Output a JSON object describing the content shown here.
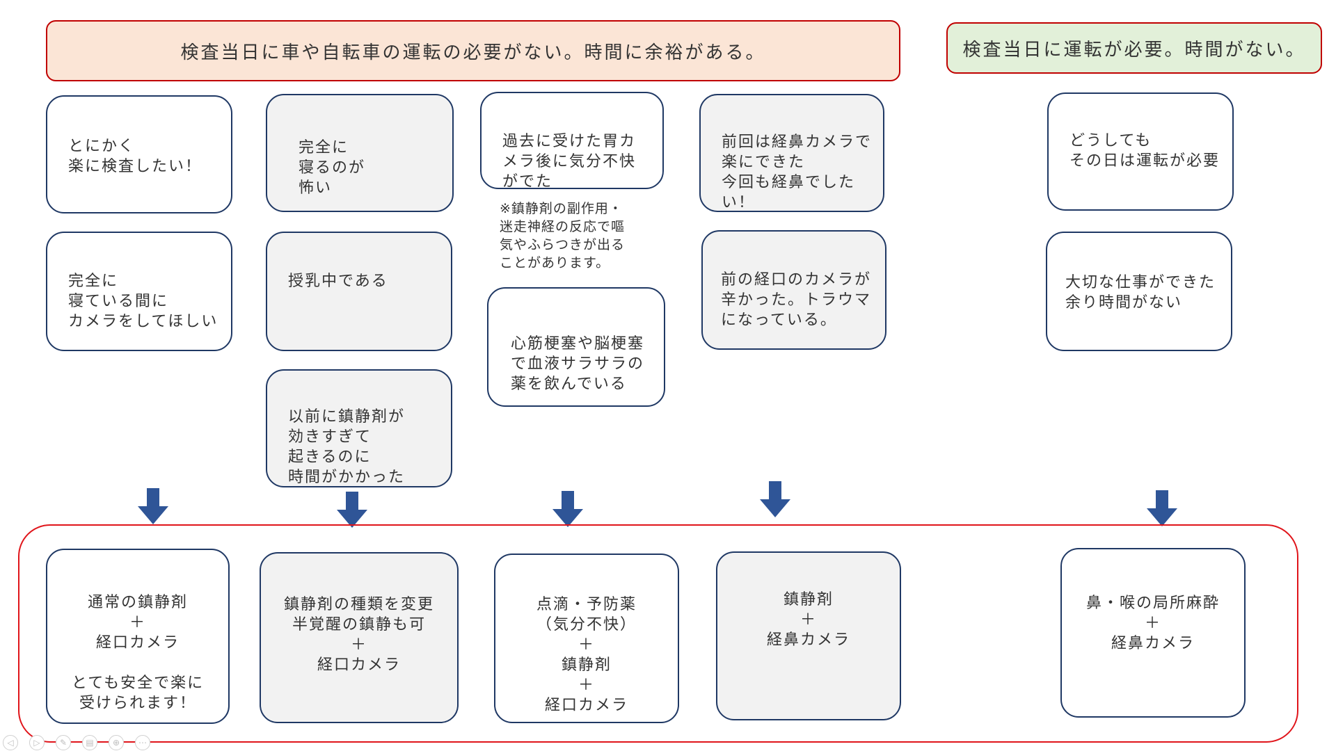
{
  "headers": {
    "left": "検査当日に車や自転車の運転の必要がない。時間に余裕がある。",
    "right": "検査当日に運転が必要。時間がない。"
  },
  "colors": {
    "header_left_bg": "#fbe5d6",
    "header_right_bg": "#e2f0d9",
    "header_border": "#c00000",
    "box_border": "#1f3864",
    "arrow": "#2f5597",
    "outer_border": "#e0141a"
  },
  "conditions": {
    "c1a": "とにかく\n楽に検査したい！",
    "c1b": "完全に\n寝ている間に\nカメラをしてほしい",
    "c2a": "完全に\n寝るのが\n怖い",
    "c2b": "授乳中である",
    "c2c": "以前に鎮静剤が\n効きすぎて\n起きるのに\n時間がかかった",
    "c3a": "過去に受けた胃カ\nメラ後に気分不快\nがでた",
    "c3note": "※鎮静剤の副作用・\n迷走神経の反応で嘔\n気やふらつきが出る\nことがあります。",
    "c3b": "心筋梗塞や脳梗塞\nで血液サラサラの\n薬を飲んでいる",
    "c4a": "前回は経鼻カメラで\n楽にできた\n今回も経鼻でした\nい！",
    "c4b": "前の経口のカメラが\n辛かった。トラウマ\nになっている。",
    "c5a": "どうしても\nその日は運転が必要",
    "c5b": "大切な仕事ができた\n余り時間がない"
  },
  "results": {
    "r1": "通常の鎮静剤\n＋\n経口カメラ\n\nとても安全で楽に\n受けられます！",
    "r2": "鎮静剤の種類を変更\n半覚醒の鎮静も可\n＋\n経口カメラ",
    "r3": "点滴・予防薬\n（気分不快）\n＋\n鎮静剤\n＋\n経口カメラ",
    "r4": "鎮静剤\n＋\n経鼻カメラ",
    "r5": "鼻・喉の局所麻酔\n＋\n経鼻カメラ"
  },
  "icons": {
    "arrow": "down-arrow-icon",
    "toolbar": [
      "prev-icon",
      "next-icon",
      "pen-icon",
      "slides-icon",
      "zoom-icon",
      "more-icon"
    ]
  }
}
